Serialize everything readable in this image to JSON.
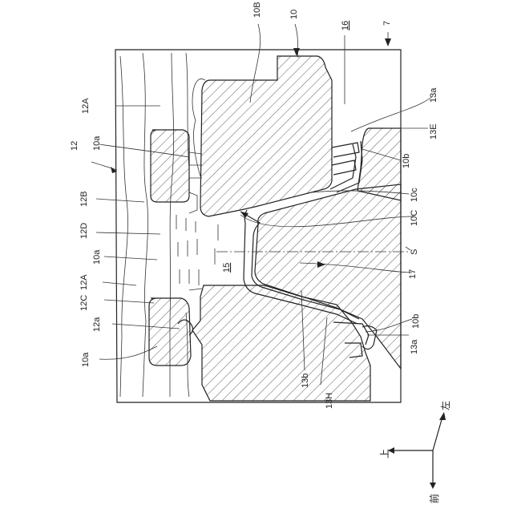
{
  "labels": {
    "l_10B": "10B",
    "l_10": "10",
    "l_16": "16",
    "l_7": "7",
    "l_12A_top": "12A",
    "l_13a_top": "13a",
    "l_10a_1": "10a",
    "l_13E": "13E",
    "l_12": "12",
    "l_10b_top": "10b",
    "l_12B": "12B",
    "l_10c": "10c",
    "l_10C": "10C",
    "l_12D": "12D",
    "l_S": "S",
    "l_10a_2": "10a",
    "l_15": "15",
    "l_12A_bot": "12A",
    "l_17": "17",
    "l_12C": "12C",
    "l_12a": "12a",
    "l_10b_bot": "10b",
    "l_10a_3": "10a",
    "l_13a_bot": "13a",
    "l_13b": "13b",
    "l_13H": "13H"
  },
  "directions": {
    "left": "左",
    "up": "上",
    "front": "前"
  }
}
